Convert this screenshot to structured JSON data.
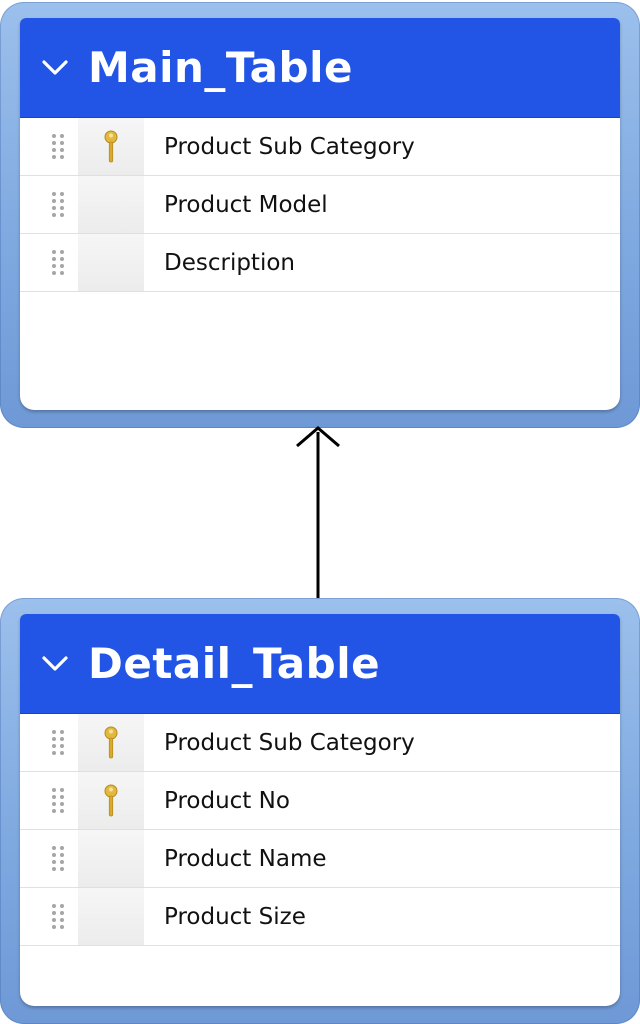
{
  "colors": {
    "header": "#2255e6",
    "frame": "#8fb4e6",
    "key": "#e0b63a",
    "connector": "#000000"
  },
  "tables": [
    {
      "name": "Main_Table",
      "fields": [
        {
          "label": "Product Sub Category",
          "key": true
        },
        {
          "label": "Product Model",
          "key": false
        },
        {
          "label": "Description",
          "key": false
        }
      ]
    },
    {
      "name": "Detail_Table",
      "fields": [
        {
          "label": "Product Sub Category",
          "key": true
        },
        {
          "label": "Product No",
          "key": true
        },
        {
          "label": "Product Name",
          "key": false
        },
        {
          "label": "Product Size",
          "key": false
        }
      ]
    }
  ],
  "relationship": {
    "from": "Detail_Table",
    "to": "Main_Table",
    "arrow": "to"
  }
}
